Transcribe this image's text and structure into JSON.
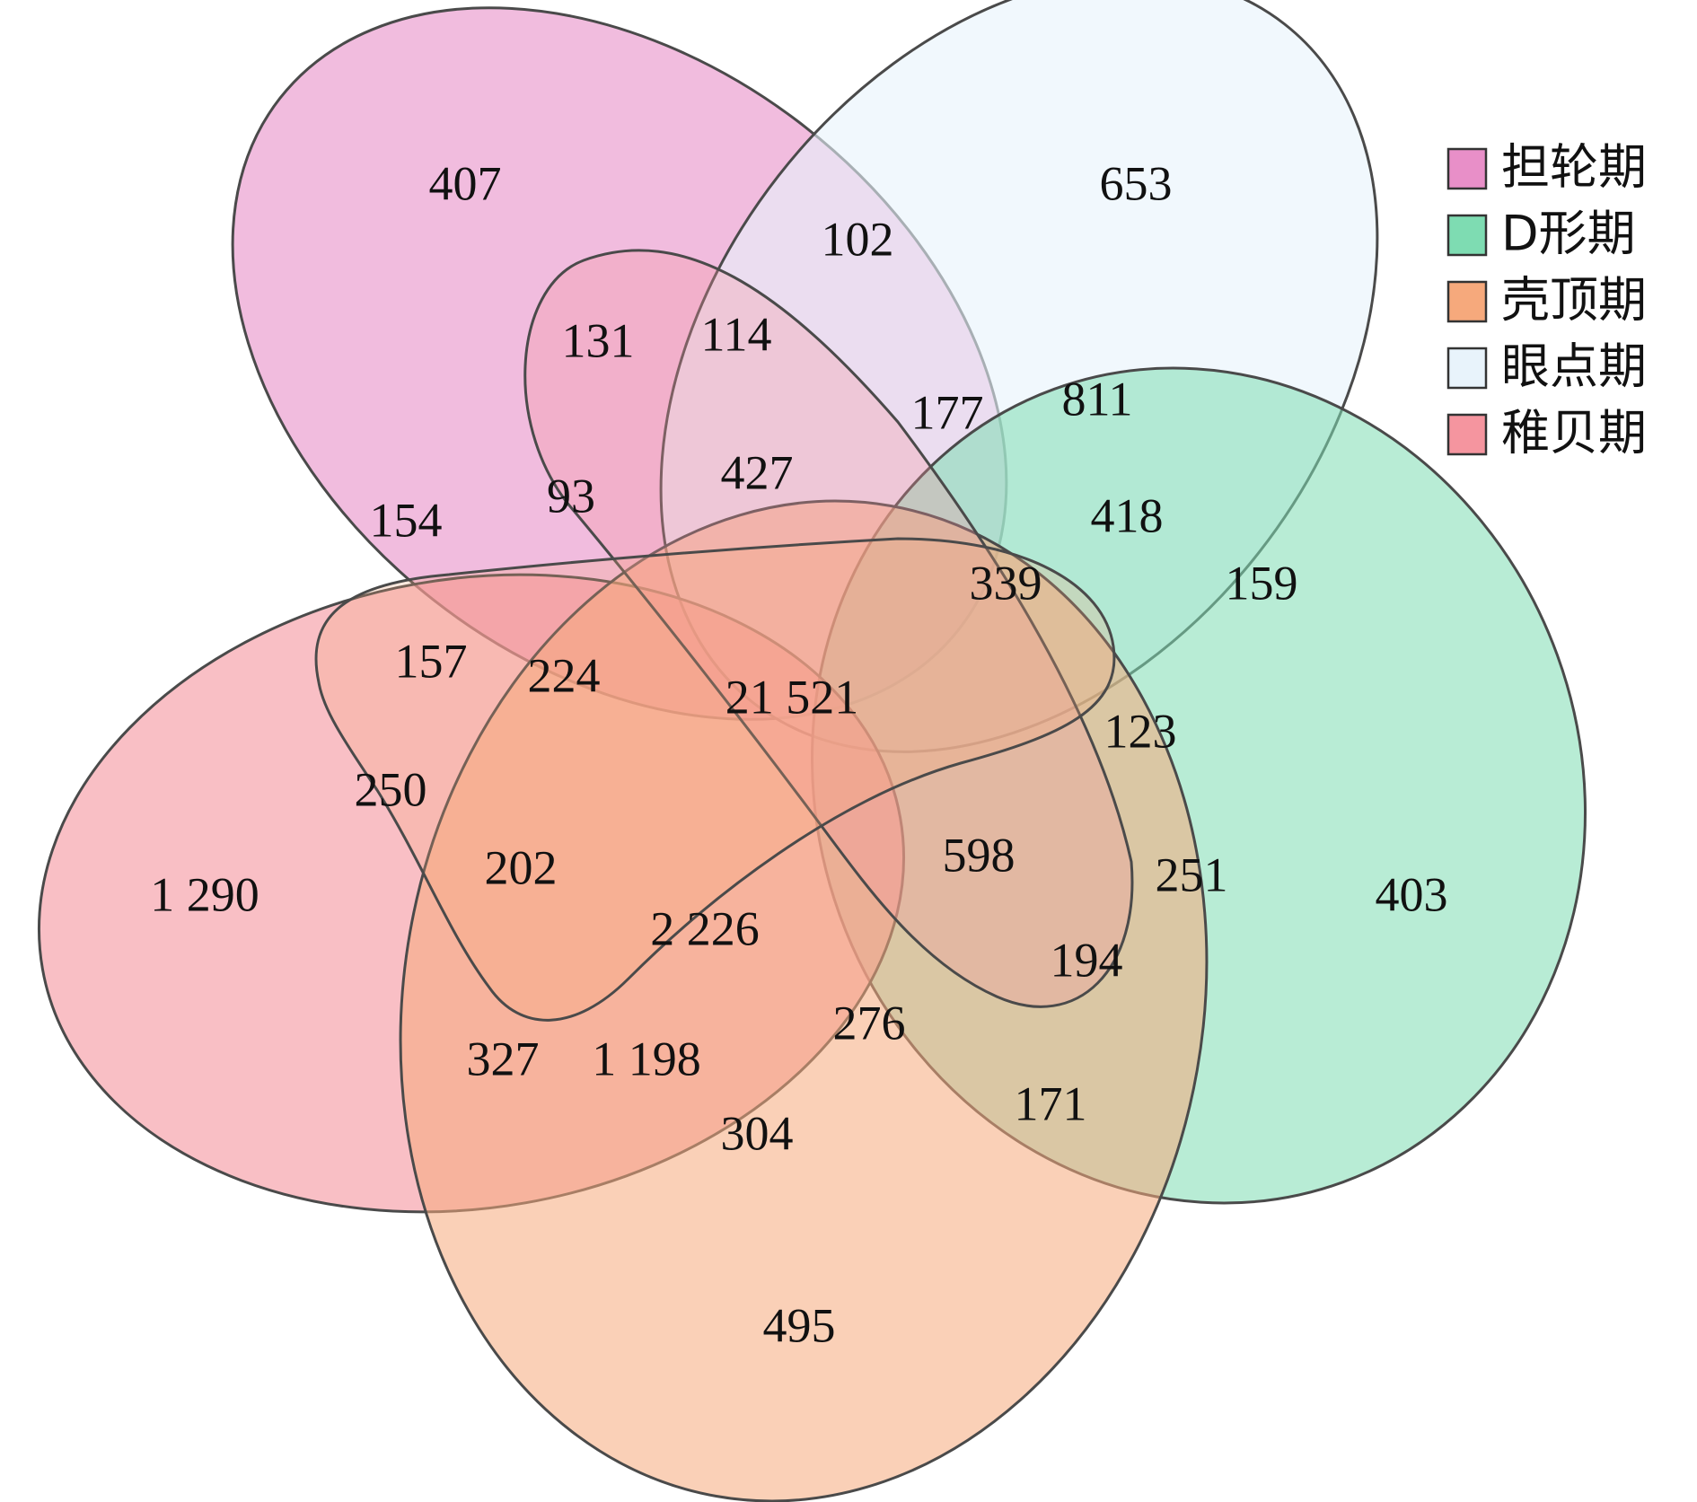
{
  "sets": [
    {
      "key": "danlun",
      "name": "担轮期",
      "color": "#e88fc8"
    },
    {
      "key": "dxing",
      "name": "D形期",
      "color": "#7edcb2"
    },
    {
      "key": "keding",
      "name": "壳顶期",
      "color": "#f6a97c"
    },
    {
      "key": "yandian",
      "name": "眼点期",
      "color": "#e8f3fb"
    },
    {
      "key": "zhibei",
      "name": "稚贝期",
      "color": "#f5959f"
    }
  ],
  "regions": [
    {
      "value": "407"
    },
    {
      "value": "653"
    },
    {
      "value": "102"
    },
    {
      "value": "131"
    },
    {
      "value": "114"
    },
    {
      "value": "177"
    },
    {
      "value": "811"
    },
    {
      "value": "154"
    },
    {
      "value": "93"
    },
    {
      "value": "427"
    },
    {
      "value": "418"
    },
    {
      "value": "159"
    },
    {
      "value": "339"
    },
    {
      "value": "157"
    },
    {
      "value": "224"
    },
    {
      "value": "21 521"
    },
    {
      "value": "123"
    },
    {
      "value": "250"
    },
    {
      "value": "1 290"
    },
    {
      "value": "202"
    },
    {
      "value": "598"
    },
    {
      "value": "251"
    },
    {
      "value": "403"
    },
    {
      "value": "2 226"
    },
    {
      "value": "194"
    },
    {
      "value": "276"
    },
    {
      "value": "327"
    },
    {
      "value": "1 198"
    },
    {
      "value": "171"
    },
    {
      "value": "304"
    },
    {
      "value": "495"
    }
  ]
}
